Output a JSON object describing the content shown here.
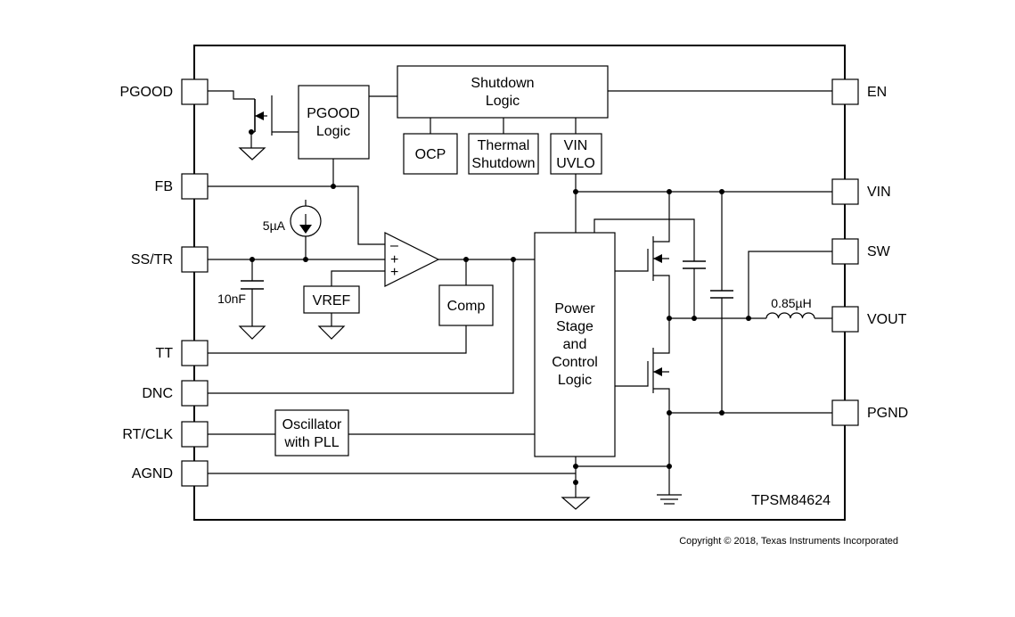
{
  "diagram": {
    "part_number": "TPSM84624",
    "copyright": "Copyright © 2018, Texas Instruments Incorporated",
    "pins_left": [
      "PGOOD",
      "FB",
      "SS/TR",
      "TT",
      "DNC",
      "RT/CLK",
      "AGND"
    ],
    "pins_right": [
      "EN",
      "VIN",
      "SW",
      "VOUT",
      "PGND"
    ],
    "blocks": {
      "shutdown_logic": [
        "Shutdown",
        "Logic"
      ],
      "pgood_logic": [
        "PGOOD",
        "Logic"
      ],
      "ocp": "OCP",
      "thermal_shutdown": [
        "Thermal",
        "Shutdown"
      ],
      "vin_uvlo": [
        "VIN",
        "UVLO"
      ],
      "vref": "VREF",
      "comp": "Comp",
      "oscillator": [
        "Oscillator",
        "with PLL"
      ],
      "power_stage": [
        "Power",
        "Stage",
        "and",
        "Control",
        "Logic"
      ]
    },
    "component_labels": {
      "current_source": "5µA",
      "ss_capacitor": "10nF",
      "inductor": "0.85µH",
      "opamp_minus": "–",
      "opamp_plus_1": "+",
      "opamp_plus_2": "+"
    }
  }
}
